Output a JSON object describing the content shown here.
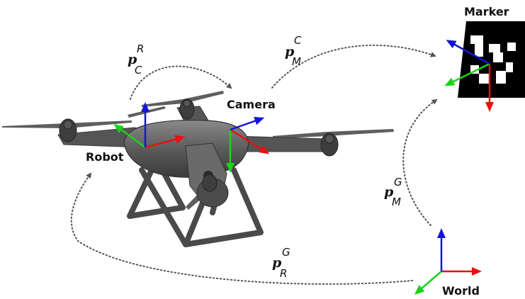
{
  "labels": {
    "marker": "Marker",
    "camera": "Camera",
    "robot": "Robot",
    "world": "World"
  },
  "transforms": {
    "p_C_R": {
      "symbol": "p",
      "superscript": "R",
      "subscript": "C"
    },
    "p_M_C": {
      "symbol": "p",
      "superscript": "C",
      "subscript": "M"
    },
    "p_M_G": {
      "symbol": "p",
      "superscript": "G",
      "subscript": "M"
    },
    "p_R_G": {
      "symbol": "p",
      "superscript": "G",
      "subscript": "R"
    }
  },
  "colors": {
    "x_axis": "#e81010",
    "y_axis": "#18d418",
    "z_axis": "#1414d8",
    "drone_body": "#5a5a5a",
    "marker_black": "#000000",
    "arrow_gray": "#555555"
  }
}
